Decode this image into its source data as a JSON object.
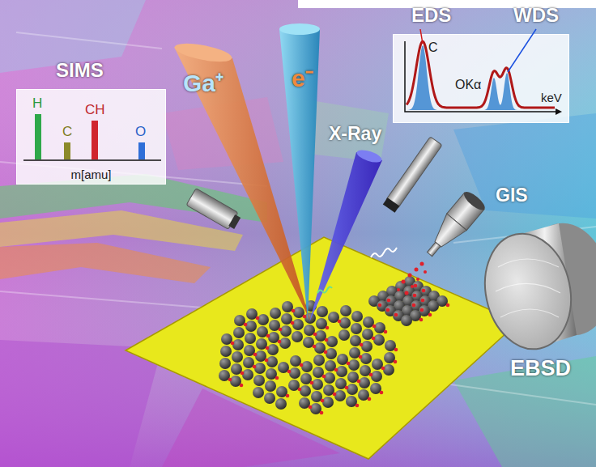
{
  "diagram": {
    "nodes": [
      {
        "text": [
          "SIMS",
          "m[amu]"
        ]
      },
      {
        "text": [
          "EDS",
          "WDS"
        ]
      }
    ],
    "labels": [
      "Ga⁺",
      "e⁻",
      "X-Ray",
      "GIS",
      "EBSD",
      "H",
      "C",
      "CH",
      "O",
      "C",
      "OKα",
      "keV"
    ]
  }
}
